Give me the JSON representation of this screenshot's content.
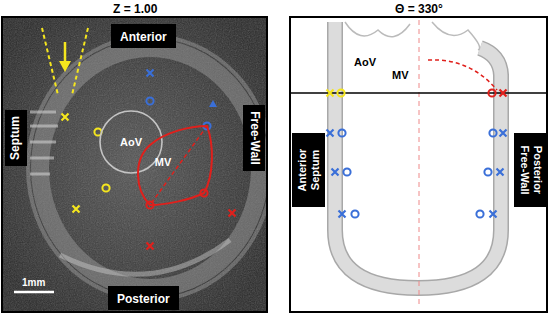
{
  "diagram": {
    "nodes": [
      {
        "text": [
          "Anterior"
        ]
      },
      {
        "text": [
          "Septum"
        ]
      },
      {
        "text": [
          "Free-Wall"
        ]
      },
      {
        "text": [
          "AoV"
        ]
      },
      {
        "text": [
          "MV"
        ]
      },
      {
        "text": [
          "Posterior"
        ]
      },
      {
        "text": [
          "Anterior Septum"
        ]
      },
      {
        "text": [
          "Posterior Free-Wall"
        ]
      }
    ],
    "labels": [
      "Z = 1.00",
      "Θ = 330°",
      "1mm",
      "AoV",
      "MV"
    ]
  }
}
